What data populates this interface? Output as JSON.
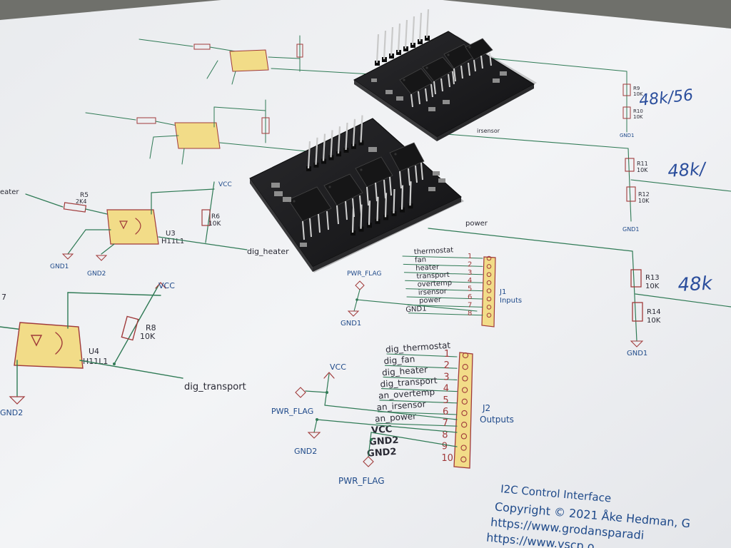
{
  "schematic": {
    "inputs_connector": {
      "ref": "J1",
      "name": "Inputs",
      "pins": [
        {
          "label": "thermostat",
          "num": "1"
        },
        {
          "label": "fan",
          "num": "2"
        },
        {
          "label": "heater",
          "num": "3"
        },
        {
          "label": "transport",
          "num": "4"
        },
        {
          "label": "overtemp",
          "num": "5"
        },
        {
          "label": "irsensor",
          "num": "6"
        },
        {
          "label": "power",
          "num": "7"
        },
        {
          "label": "GND1",
          "num": "8"
        }
      ]
    },
    "outputs_connector": {
      "ref": "J2",
      "name": "Outputs",
      "pins": [
        {
          "label": "dig_thermostat",
          "num": "1"
        },
        {
          "label": "dig_fan",
          "num": "2"
        },
        {
          "label": "dig_heater",
          "num": "3"
        },
        {
          "label": "dig_transport",
          "num": "4"
        },
        {
          "label": "an_overtemp",
          "num": "5"
        },
        {
          "label": "an_irsensor",
          "num": "6"
        },
        {
          "label": "an_power",
          "num": "7"
        },
        {
          "label": "VCC",
          "num": "8"
        },
        {
          "label": "GND2",
          "num": "9"
        },
        {
          "label": "GND2",
          "num": "10"
        }
      ]
    },
    "power_flags": {
      "pwr_flag": "PWR_FLAG",
      "vcc": "VCC",
      "gnd1": "GND1",
      "gnd2": "GND2"
    },
    "optocouplers": {
      "u3": {
        "ref": "U3",
        "part": "H11L1",
        "r_series": "R5",
        "r_series_value": "2K4",
        "r_pullup": "R6",
        "r_pullup_value": "10K",
        "net_in": "eater",
        "net_out": "dig_heater"
      },
      "u4": {
        "ref": "U4",
        "part": "H11L1",
        "r_pullup": "R8",
        "r_pullup_value": "10K",
        "net_out": "dig_transport",
        "partial_ref": "7"
      }
    },
    "dividers": {
      "irsensor": "irsensor",
      "power": "power",
      "r13": "R13",
      "r13_value": "10K",
      "r14": "R14",
      "r14_value": "10K",
      "r11": "R11",
      "r11_value": "10K",
      "r12": "R12",
      "r12_value": "10K",
      "r9": "R9",
      "r9_value": "10K",
      "r10": "R10",
      "r10_value": "10K"
    },
    "handwritten": [
      "48k/56",
      "48k/",
      "48k"
    ],
    "title_block": {
      "title": "I2C Control Interface",
      "copyright": "Copyright © 2021 Åke Hedman, G",
      "url1": "https://www.grodansparadi",
      "url2": "https://www.vscp.o"
    }
  },
  "colors": {
    "paper": "#f1f2f4",
    "wire": "#2f7a55",
    "component": "#a03a3a",
    "ic_fill": "#f2dc88",
    "label": "#2a2a35",
    "blue_text": "#1f4a8a",
    "pcb": "#1b1b1d"
  }
}
